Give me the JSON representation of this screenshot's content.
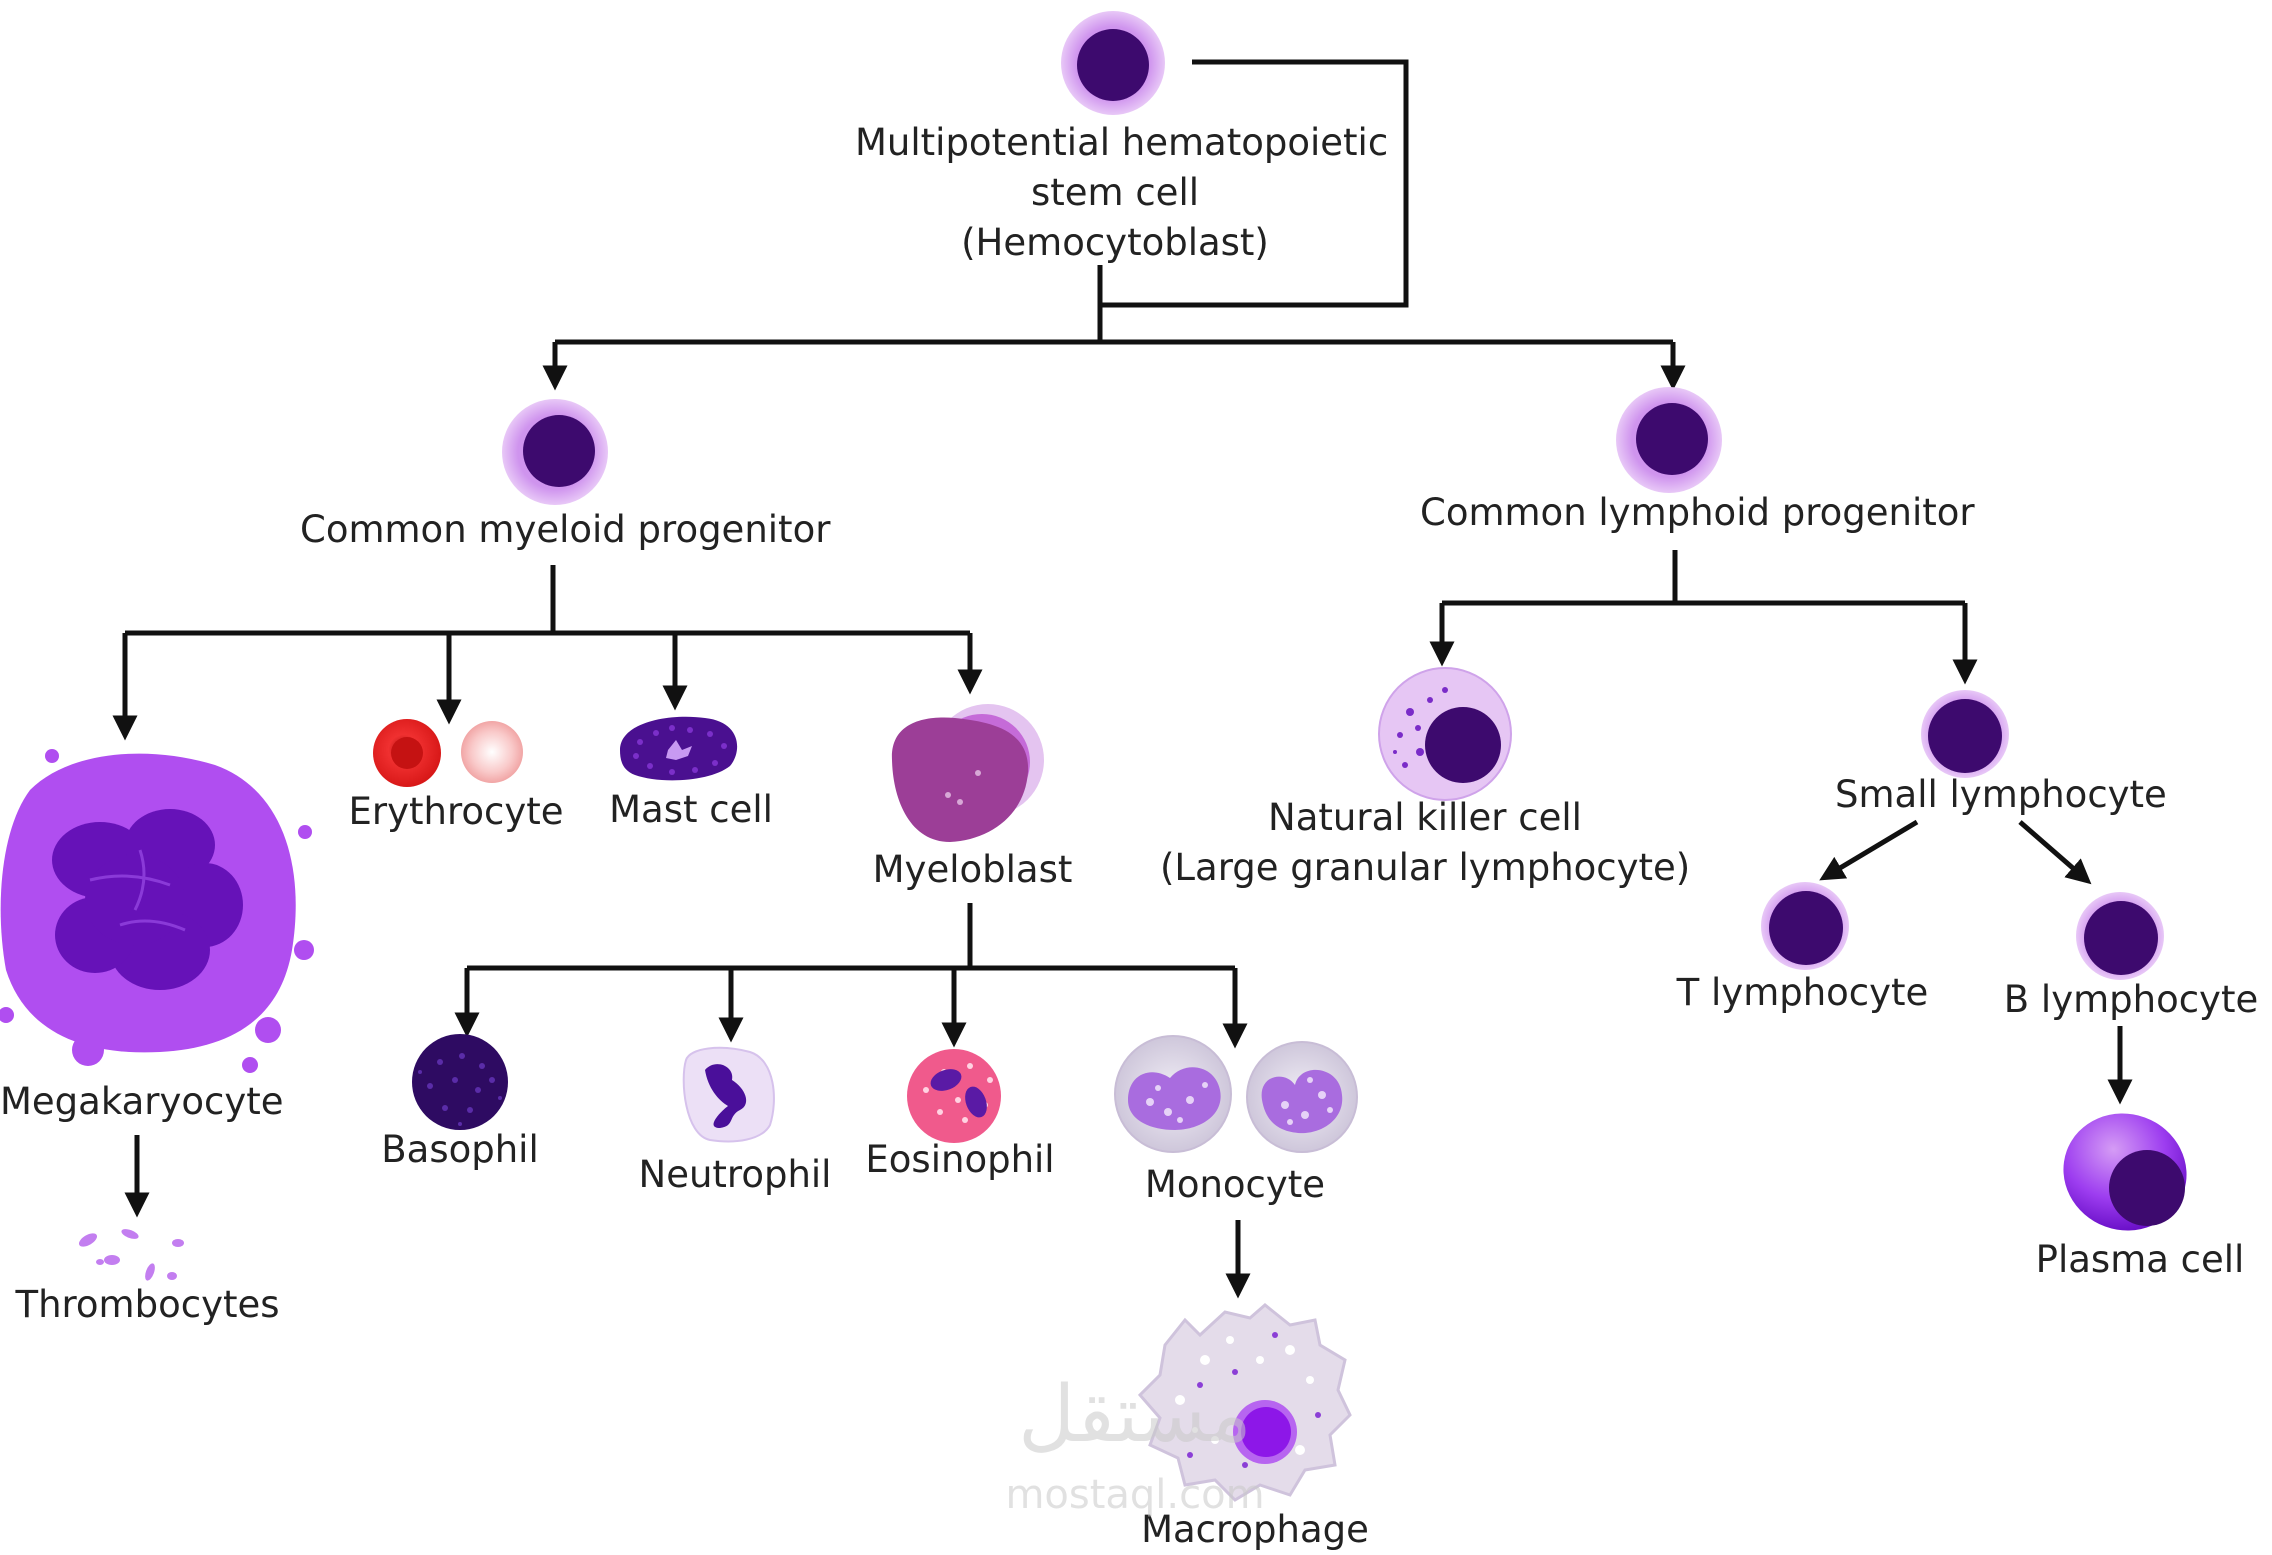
{
  "diagram": {
    "stem_cell": {
      "line1": "Multipotential hematopoietic",
      "line2": "stem cell",
      "line3": "(Hemocytoblast)"
    },
    "myeloid_progenitor": "Common myeloid progenitor",
    "lymphoid_progenitor": "Common lymphoid progenitor",
    "megakaryocyte": "Megakaryocyte",
    "thrombocytes": "Thrombocytes",
    "erythrocyte": "Erythrocyte",
    "mast_cell": "Mast cell",
    "myeloblast": "Myeloblast",
    "basophil": "Basophil",
    "neutrophil": "Neutrophil",
    "eosinophil": "Eosinophil",
    "monocyte": "Monocyte",
    "macrophage": "Macrophage",
    "natural_killer": {
      "line1": "Natural killer cell",
      "line2": "(Large granular lymphocyte)"
    },
    "small_lymphocyte": "Small lymphocyte",
    "t_lymphocyte": "T lymphocyte",
    "b_lymphocyte": "B lymphocyte",
    "plasma_cell": "Plasma cell"
  },
  "watermark": {
    "arabic": "مستقل",
    "latin": "mostaql.com"
  },
  "colors": {
    "line": "#111111",
    "cell_outer": "#d9a3ef",
    "cell_nucleus": "#3d0a6e",
    "megakaryocyte": "#b04ef0",
    "erythrocyte": "#e61b1b"
  }
}
